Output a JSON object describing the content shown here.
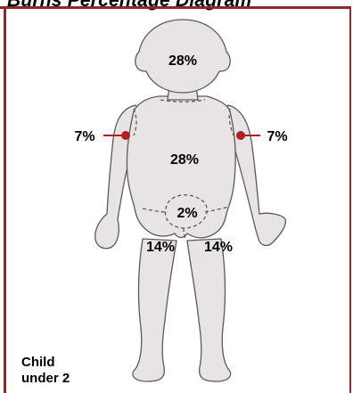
{
  "title": "Burns Percentage Diagram",
  "colors": {
    "frame": "#8b2a2a",
    "body_fill": "#e8e4e3",
    "body_stroke": "#5a5a5a",
    "marker": "#b02020"
  },
  "regions": {
    "head": "28%",
    "trunk": "28%",
    "left_arm": "7%",
    "right_arm": "7%",
    "genitals": "2%",
    "left_leg": "14%",
    "right_leg": "14%"
  },
  "caption": {
    "line1": "Child",
    "line2": "under 2"
  }
}
